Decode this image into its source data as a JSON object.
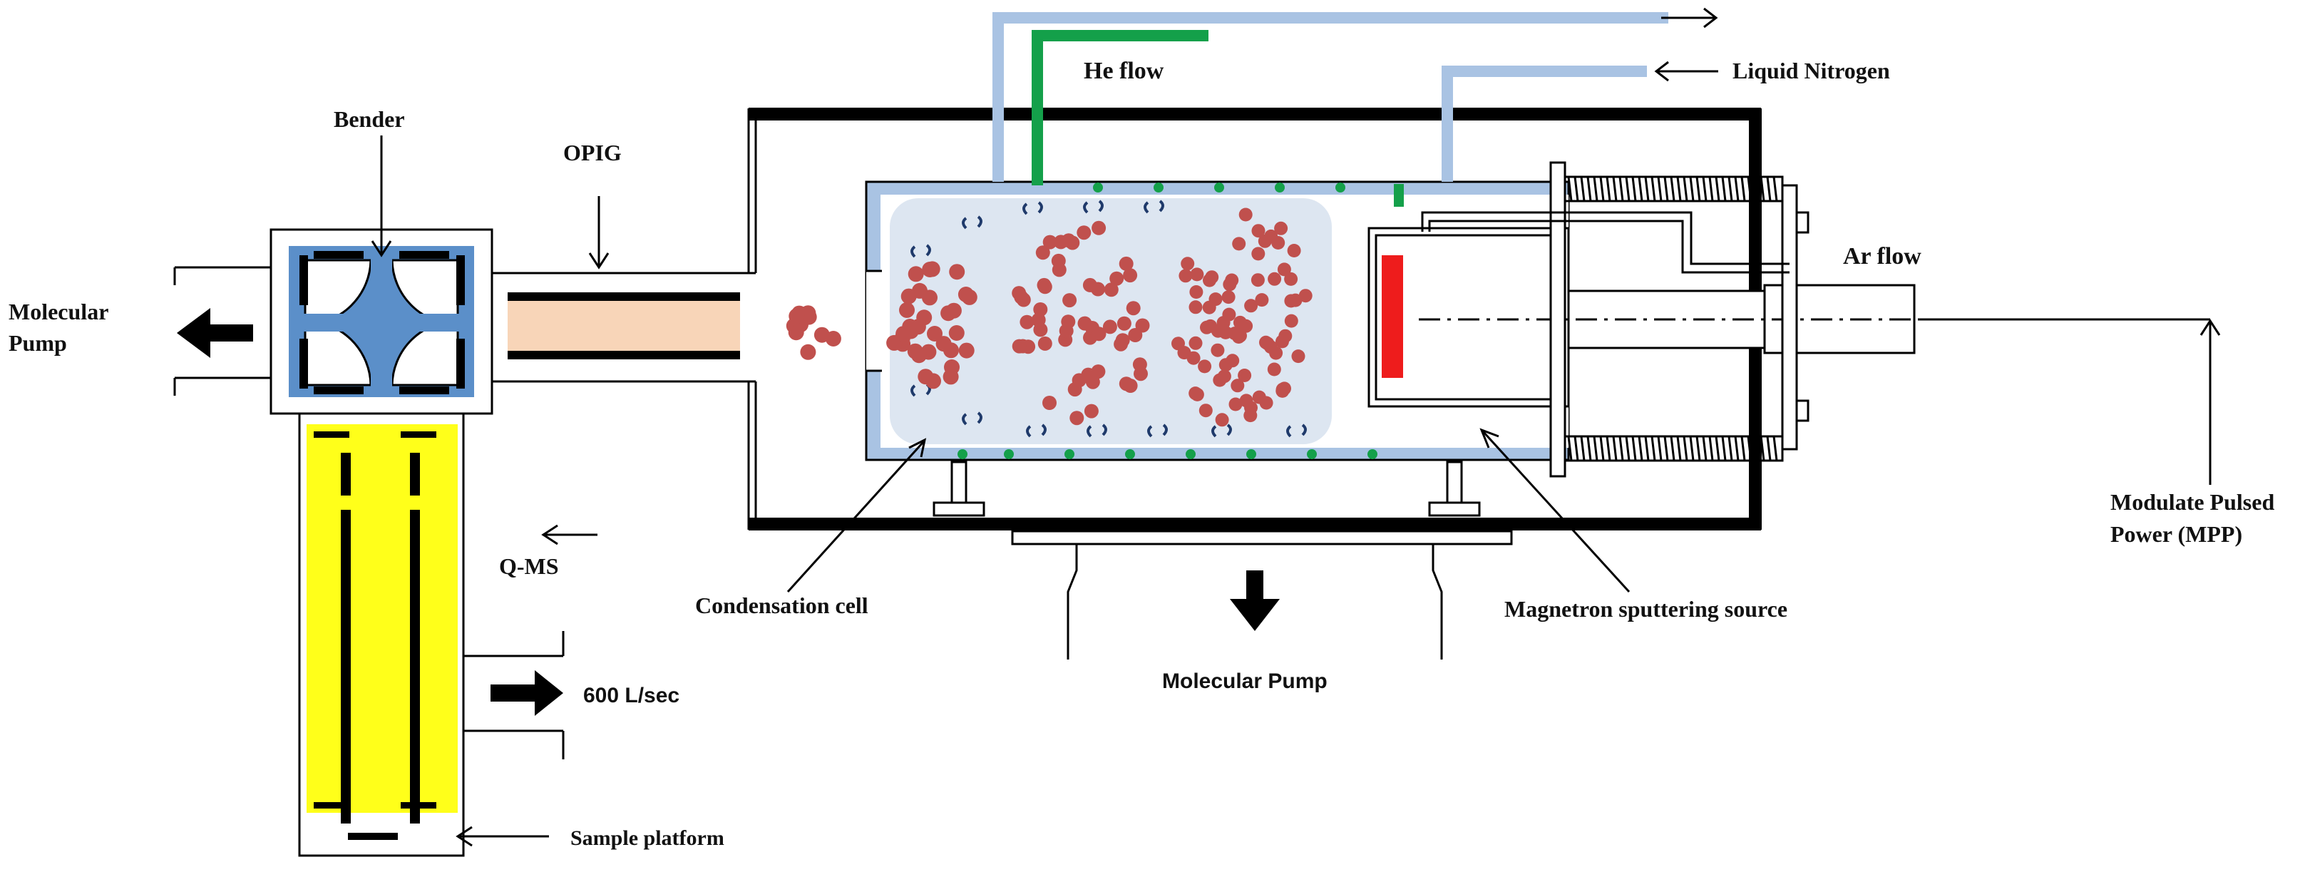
{
  "labels": {
    "bender": "Bender",
    "opig": "OPIG",
    "molecular_pump_left_line1": "Molecular",
    "molecular_pump_left_line2": "Pump",
    "he_flow": "He flow",
    "liquid_nitrogen": "Liquid Nitrogen",
    "ar_flow": "Ar flow",
    "modulate_line1": "Modulate Pulsed",
    "modulate_line2": "Power (MPP)",
    "q_ms": "Q-MS",
    "pump_speed": "600 L/sec",
    "condensation_cell": "Condensation cell",
    "magnetron_source": "Magnetron sputtering source",
    "molecular_pump_bottom": "Molecular Pump",
    "sample_platform": "Sample platform"
  },
  "colors": {
    "outline": "#000000",
    "bender_blue": "#5b8fc9",
    "nitrogen_pipe": "#a9c3e3",
    "he_pipe": "#14a04a",
    "opig_fill": "#f8d5b8",
    "qms_yellow": "#ffff1a",
    "cell_fill": "#dde6f1",
    "cluster_red": "#c0504d",
    "target_red": "#ee1c1c",
    "dimer_blue": "#1f3a6b"
  },
  "icons": [
    "arrow-right-bold-icon",
    "arrow-left-bold-icon",
    "arrow-down-bold-icon"
  ]
}
